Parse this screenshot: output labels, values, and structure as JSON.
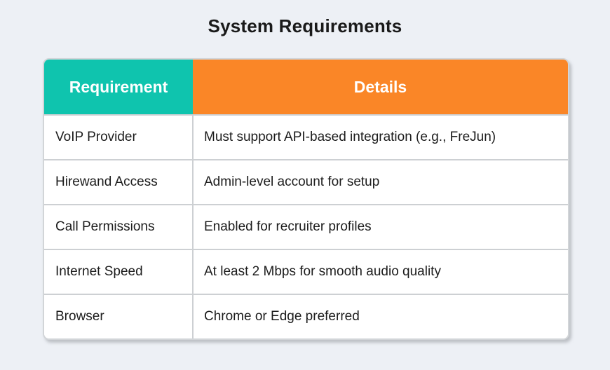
{
  "page": {
    "title": "System Requirements",
    "background_color": "#edf0f5"
  },
  "table": {
    "header": {
      "requirement_label": "Requirement",
      "details_label": "Details",
      "requirement_bg": "#0fc4ae",
      "details_bg": "#fa8627",
      "text_color": "#ffffff"
    },
    "columns": [
      "Requirement",
      "Details"
    ],
    "rows": [
      {
        "requirement": "VoIP Provider",
        "details": "Must support API-based integration (e.g., FreJun)"
      },
      {
        "requirement": "Hirewand Access",
        "details": "Admin-level account for setup"
      },
      {
        "requirement": "Call Permissions",
        "details": "Enabled for recruiter profiles"
      },
      {
        "requirement": "Internet Speed",
        "details": "At least 2 Mbps for smooth audio quality"
      },
      {
        "requirement": "Browser",
        "details": "Chrome or Edge preferred"
      }
    ]
  }
}
